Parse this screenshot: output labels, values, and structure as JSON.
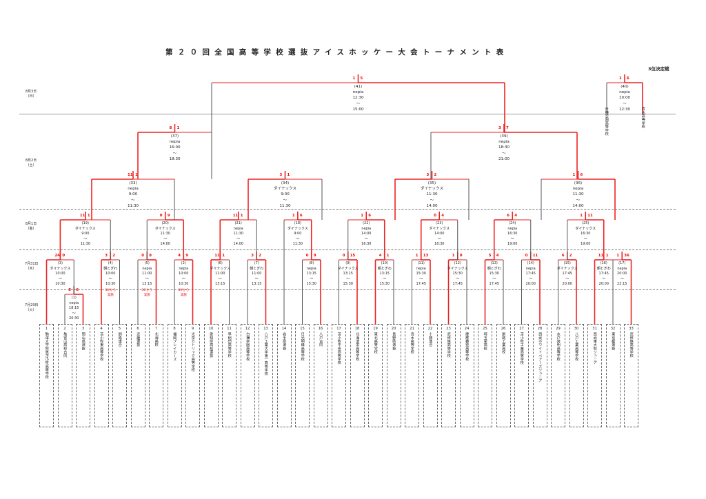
{
  "title": "第２０回全国高等学校選抜アイスホッケー大会トーナメント表",
  "third_place_label": "3位決定戦",
  "dates": [
    "8月3日\n（日）",
    "8月2日\n（土）",
    "8月1日\n（金）",
    "7月31日\n（木）",
    "7月29日\n（火）"
  ],
  "teams": [
    {
      "no": "1",
      "name": "駒澤大学附属苫小牧高等学校"
    },
    {
      "no": "2",
      "name": "亀宮山高校合同"
    },
    {
      "no": "3",
      "name": "岡山県選抜"
    },
    {
      "no": "4",
      "name": "苫小牧東高等学校"
    },
    {
      "no": "5",
      "name": "釧路連合"
    },
    {
      "no": "6",
      "name": "近畿選抜"
    },
    {
      "no": "7",
      "name": "北海高校"
    },
    {
      "no": "8",
      "name": "福岡ブレイカーズ"
    },
    {
      "no": "9",
      "name": "光泉カトリック高等学校"
    },
    {
      "no": "10",
      "name": "愛知県高校選抜"
    },
    {
      "no": "11",
      "name": "早稲田高等学校"
    },
    {
      "no": "12",
      "name": "白樺学園高等学校"
    },
    {
      "no": "13",
      "name": "八戸工業大学第一高等学校"
    },
    {
      "no": "14",
      "name": "岩手県選抜"
    },
    {
      "no": "15",
      "name": "日光明峰高等学校"
    },
    {
      "no": "16",
      "name": "八戸合同"
    },
    {
      "no": "17",
      "name": "苫小牧中央高等学校"
    },
    {
      "no": "18",
      "name": "北海道栄高等学校"
    },
    {
      "no": "19",
      "name": "東北高等学校"
    },
    {
      "no": "20",
      "name": "長野県選抜"
    },
    {
      "no": "21",
      "name": "清水高等学校"
    },
    {
      "no": "22",
      "name": "十勝連合"
    },
    {
      "no": "23",
      "name": "武修館高等学校"
    },
    {
      "no": "24",
      "name": "慶應義塾高等学校"
    },
    {
      "no": "25",
      "name": "埼玉栄高校"
    },
    {
      "no": "26",
      "name": "釧路工業高校"
    },
    {
      "no": "27",
      "name": "苫小牧工業高等学校"
    },
    {
      "no": "28",
      "name": "西武ホワイトベアーズジュニア"
    },
    {
      "no": "29",
      "name": "水戸啓明高等学校"
    },
    {
      "no": "30",
      "name": "八戸工業高等学校"
    },
    {
      "no": "31",
      "name": "西武東大和ジュニア"
    },
    {
      "no": "32",
      "name": "東京都選抜"
    },
    {
      "no": "33",
      "name": "武修館高等学校"
    }
  ],
  "matches": [
    {
      "id": "(1)",
      "venue": "nepia",
      "time": "18:15\n〜\n20:30"
    },
    {
      "id": "(2)",
      "venue": "nepia",
      "time": "10:00\n〜\n10:30"
    },
    {
      "id": "(3)",
      "venue": "ダイナックス",
      "time": "10:00\n〜\n10:30"
    },
    {
      "id": "(4)",
      "venue": "朝とぎわ",
      "time": "10:00\n〜\n10:30"
    },
    {
      "id": "(5)",
      "venue": "nepia",
      "time": "11:00\n〜\n13:15"
    },
    {
      "id": "(6)",
      "venue": "ダイナックス",
      "time": "11:00\n〜\n13:15"
    },
    {
      "id": "(7)",
      "venue": "朝とぎわ",
      "time": "11:00\n〜\n13:15"
    },
    {
      "id": "(8)",
      "venue": "nepia",
      "time": "13:15\n〜\n15:30"
    },
    {
      "id": "(9)",
      "venue": "ダイナックス",
      "time": "13:15\n〜\n15:30"
    },
    {
      "id": "(10)",
      "venue": "朝とぎわ",
      "time": "13:15\n〜\n15:30"
    },
    {
      "id": "(11)",
      "venue": "nepia",
      "time": "15:30\n〜\n17:45"
    },
    {
      "id": "(12)",
      "venue": "ダイナックス",
      "time": "15:30\n〜\n17:45"
    },
    {
      "id": "(13)",
      "venue": "朝とぎわ",
      "time": "15:30\n〜\n17:45"
    },
    {
      "id": "(14)",
      "venue": "nepia",
      "time": "17:45\n〜\n20:00"
    },
    {
      "id": "(15)",
      "venue": "ダイナックス",
      "time": "17:45\n〜\n20:00"
    },
    {
      "id": "(16)",
      "venue": "朝とぎわ",
      "time": "17:45\n〜\n20:00"
    },
    {
      "id": "(17)",
      "venue": "nepia",
      "time": "20:00\n〜\n22:15"
    },
    {
      "id": "(18)",
      "venue": "ダイナックス",
      "time": "9:00\n〜\n11:30"
    },
    {
      "id": "(19)",
      "venue": "ダイナックス",
      "time": "9:00\n〜\n11:30"
    },
    {
      "id": "(20)",
      "venue": "ダイナックス",
      "time": "11:30\n〜\n14:00"
    },
    {
      "id": "(21)",
      "venue": "nepia",
      "time": "11:30\n〜\n14:00"
    },
    {
      "id": "(22)",
      "venue": "nepia",
      "time": "14:00\n〜\n16:30"
    },
    {
      "id": "(23)",
      "venue": "ダイナックス",
      "time": "14:00\n〜\n16:30"
    },
    {
      "id": "(24)",
      "venue": "nepia",
      "time": "16:30\n〜\n19:00"
    },
    {
      "id": "(25)",
      "venue": "ダイナックス",
      "time": "16:30\n〜\n19:00"
    },
    {
      "id": "(33)",
      "venue": "nepia",
      "time": "9:00\n〜\n11:30"
    },
    {
      "id": "(34)",
      "venue": "ダイナックス",
      "time": "9:00\n〜\n11:30"
    },
    {
      "id": "(35)",
      "venue": "ダイナックス",
      "time": "11:30\n〜\n14:00"
    },
    {
      "id": "(36)",
      "venue": "nepia",
      "time": "11:30\n〜\n14:00"
    },
    {
      "id": "(37)",
      "venue": "nepia",
      "time": "16:00\n〜\n18:30"
    },
    {
      "id": "(39)",
      "venue": "nepia",
      "time": "18:30\n〜\n21:00"
    },
    {
      "id": "(41)",
      "venue": "nepia",
      "time": "12:30\n〜\n15:00"
    },
    {
      "id": "(40)",
      "venue": "nepia",
      "time": "10:00\n〜\n12:30"
    }
  ],
  "third_teams": [
    "白樺学園高等学校",
    "清水高等学校"
  ],
  "scores": [
    "5",
    "6",
    "24",
    "0",
    "3",
    "2",
    "0",
    "8",
    "4",
    "9",
    "11",
    "1",
    "3",
    "2",
    "0",
    "9",
    "0",
    "15",
    "4",
    "1",
    "1",
    "13",
    "1",
    "0",
    "5",
    "4",
    "0",
    "11",
    "6",
    "2",
    "11",
    "1",
    "1",
    "36",
    "11",
    "1",
    "0",
    "9",
    "11",
    "1",
    "1",
    "6",
    "1",
    "6",
    "0",
    "4",
    "6",
    "4",
    "1",
    "11",
    "11",
    "1",
    "3",
    "1",
    "3",
    "2",
    "1",
    "6",
    "8",
    "1",
    "3",
    "7",
    "1",
    "5",
    "1",
    "6"
  ],
  "notes": [
    "30'から\n実施",
    "30'から\n実施",
    "30'から\n実施"
  ]
}
